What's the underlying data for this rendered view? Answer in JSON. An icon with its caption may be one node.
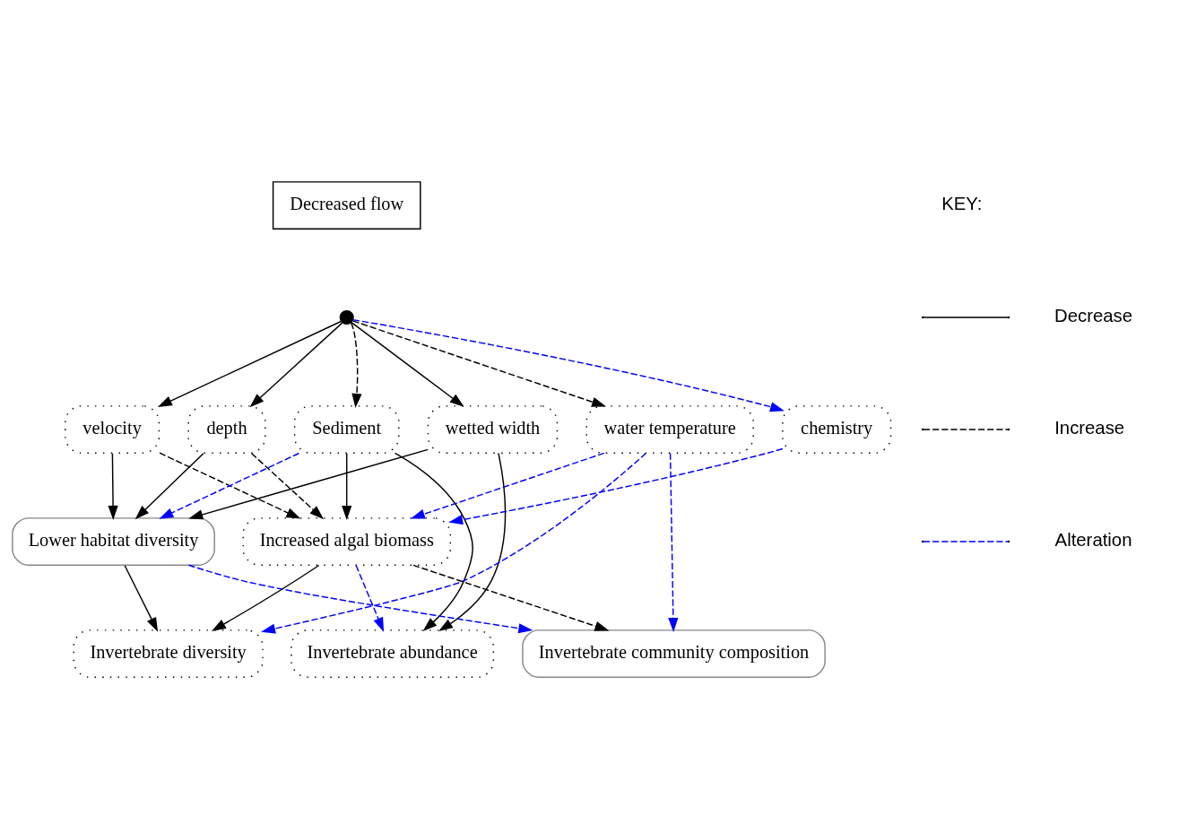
{
  "diagram": {
    "nodes": [
      {
        "text": [
          "Decreased flow"
        ]
      },
      {
        "text": [],
        "shape": "circle"
      },
      {
        "text": [
          "velocity"
        ]
      },
      {
        "text": [
          "depth"
        ]
      },
      {
        "text": [
          "Sediment"
        ]
      },
      {
        "text": [
          "wetted width"
        ]
      },
      {
        "text": [
          "water temperature"
        ]
      },
      {
        "text": [
          "chemistry"
        ]
      },
      {
        "text": [
          "Increased algal biomass"
        ]
      },
      {
        "text": [
          "Lower habitat diversity"
        ]
      },
      {
        "text": [
          "Invertebrate diversity"
        ]
      },
      {
        "text": [
          "Invertebrate abundance"
        ]
      },
      {
        "text": [
          "Invertebrate community composition"
        ]
      }
    ],
    "edges": [
      {
        "from": 1,
        "to": 2,
        "arrow": "to"
      },
      {
        "from": 1,
        "to": 3,
        "arrow": "to"
      },
      {
        "from": 1,
        "to": 4,
        "arrow": "to",
        "style": "dashed"
      },
      {
        "from": 1,
        "to": 5,
        "arrow": "to"
      },
      {
        "from": 1,
        "to": 6,
        "arrow": "to",
        "style": "dashed"
      },
      {
        "from": 1,
        "to": 7,
        "arrow": "to",
        "style": "dashed",
        "color": "#0000ff"
      },
      {
        "from": 2,
        "to": 8,
        "arrow": "to",
        "style": "dashed"
      },
      {
        "from": 2,
        "to": 9,
        "arrow": "to"
      },
      {
        "from": 3,
        "to": 8,
        "arrow": "to",
        "style": "dashed"
      },
      {
        "from": 3,
        "to": 9,
        "arrow": "to"
      },
      {
        "from": 4,
        "to": 8,
        "arrow": "to"
      },
      {
        "from": 4,
        "to": 11,
        "arrow": "to"
      },
      {
        "from": 4,
        "to": 9,
        "arrow": "to",
        "style": "dashed",
        "color": "#0000ff"
      },
      {
        "from": 5,
        "to": 11,
        "arrow": "to"
      },
      {
        "from": 5,
        "to": 9,
        "arrow": "to"
      },
      {
        "from": 6,
        "to": 8,
        "arrow": "to",
        "style": "dashed",
        "color": "#0000ff"
      },
      {
        "from": 6,
        "to": 10,
        "arrow": "to",
        "style": "dashed",
        "color": "#0000ff"
      },
      {
        "from": 6,
        "to": 12,
        "arrow": "to",
        "style": "dashed",
        "color": "#0000ff"
      },
      {
        "from": 7,
        "to": 8,
        "arrow": "to",
        "style": "dashed",
        "color": "#0000ff"
      },
      {
        "from": 8,
        "to": 10,
        "arrow": "to"
      },
      {
        "from": 8,
        "to": 11,
        "arrow": "to",
        "style": "dashed",
        "color": "#0000ff"
      },
      {
        "from": 8,
        "to": 12,
        "arrow": "to",
        "style": "dashed"
      },
      {
        "from": 9,
        "to": 10,
        "arrow": "to"
      },
      {
        "from": 9,
        "to": 12,
        "arrow": "to",
        "style": "dashed",
        "color": "#0000ff"
      }
    ],
    "labels": [
      "KEY:"
    ],
    "legend": [
      {
        "text": "Decrease"
      },
      {
        "text": "Increase"
      },
      {
        "text": "Alteration"
      }
    ]
  }
}
